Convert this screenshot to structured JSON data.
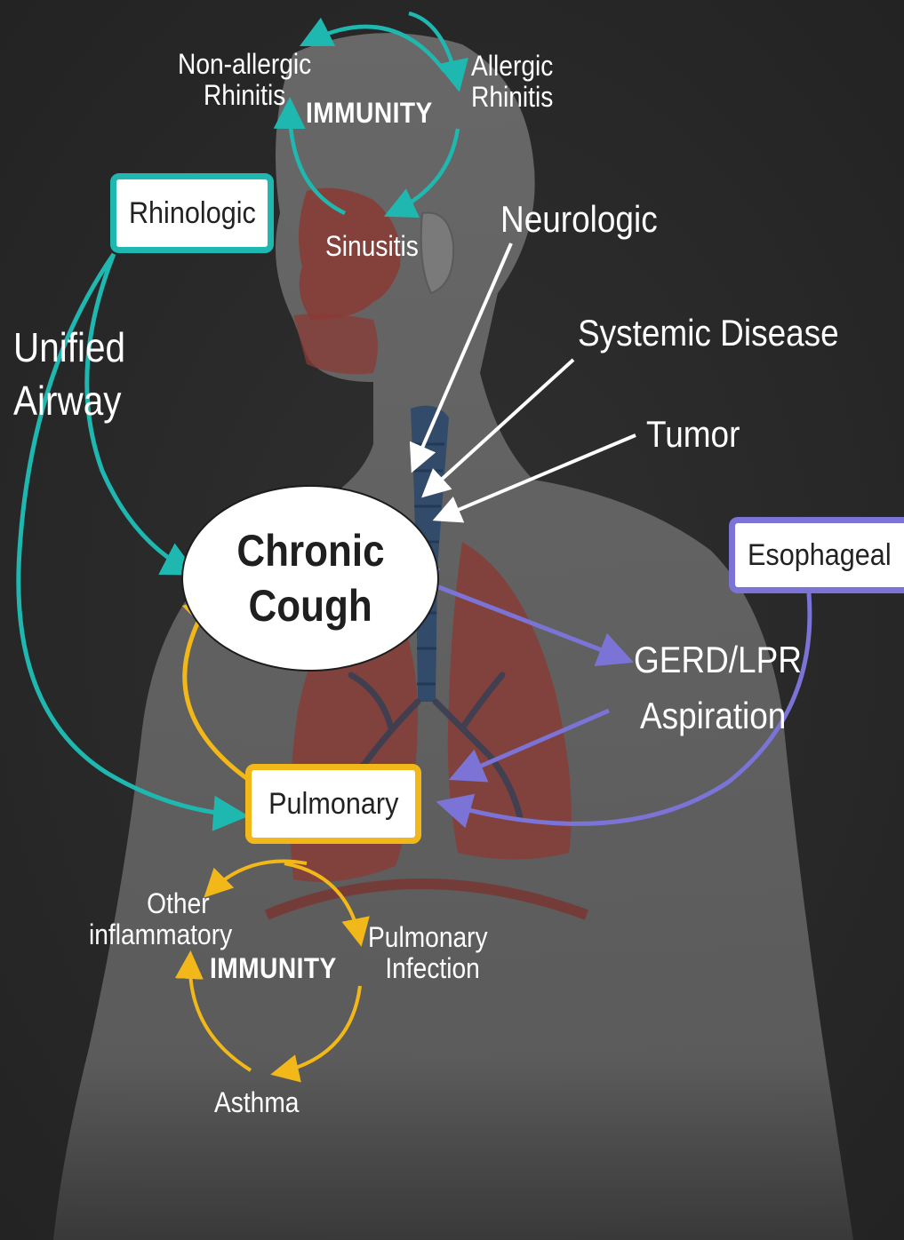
{
  "diagram": {
    "center": {
      "line1": "Chronic",
      "line2": "Cough"
    },
    "boxes": {
      "rhinologic": "Rhinologic",
      "pulmonary": "Pulmonary",
      "esophageal": "Esophageal"
    },
    "side_label": {
      "line1": "Unified",
      "line2": "Airway"
    },
    "causes": {
      "neurologic": "Neurologic",
      "systemic": "Systemic Disease",
      "tumor": "Tumor",
      "gerd": "GERD/LPR",
      "aspiration": "Aspiration"
    },
    "upper_cycle": {
      "center": "IMMUNITY",
      "nonallergic": {
        "line1": "Non-allergic",
        "line2": "Rhinitis"
      },
      "allergic": {
        "line1": "Allergic",
        "line2": "Rhinitis"
      },
      "sinusitis": "Sinusitis"
    },
    "lower_cycle": {
      "center": "IMMUNITY",
      "other": {
        "line1": "Other",
        "line2": "inflammatory"
      },
      "infection": {
        "line1": "Pulmonary",
        "line2": "Infection"
      },
      "asthma": "Asthma"
    },
    "colors": {
      "background": "#2a2a2a",
      "silhouette": "#6a6a6a",
      "rhinologic_teal": "#1fb8b0",
      "pulmonary_gold": "#f2b81a",
      "esophageal_purple": "#7b73d6",
      "neutral_white": "#ffffff",
      "organ_red": "#8a3b34",
      "trachea_blue": "#2f4a6a"
    }
  }
}
